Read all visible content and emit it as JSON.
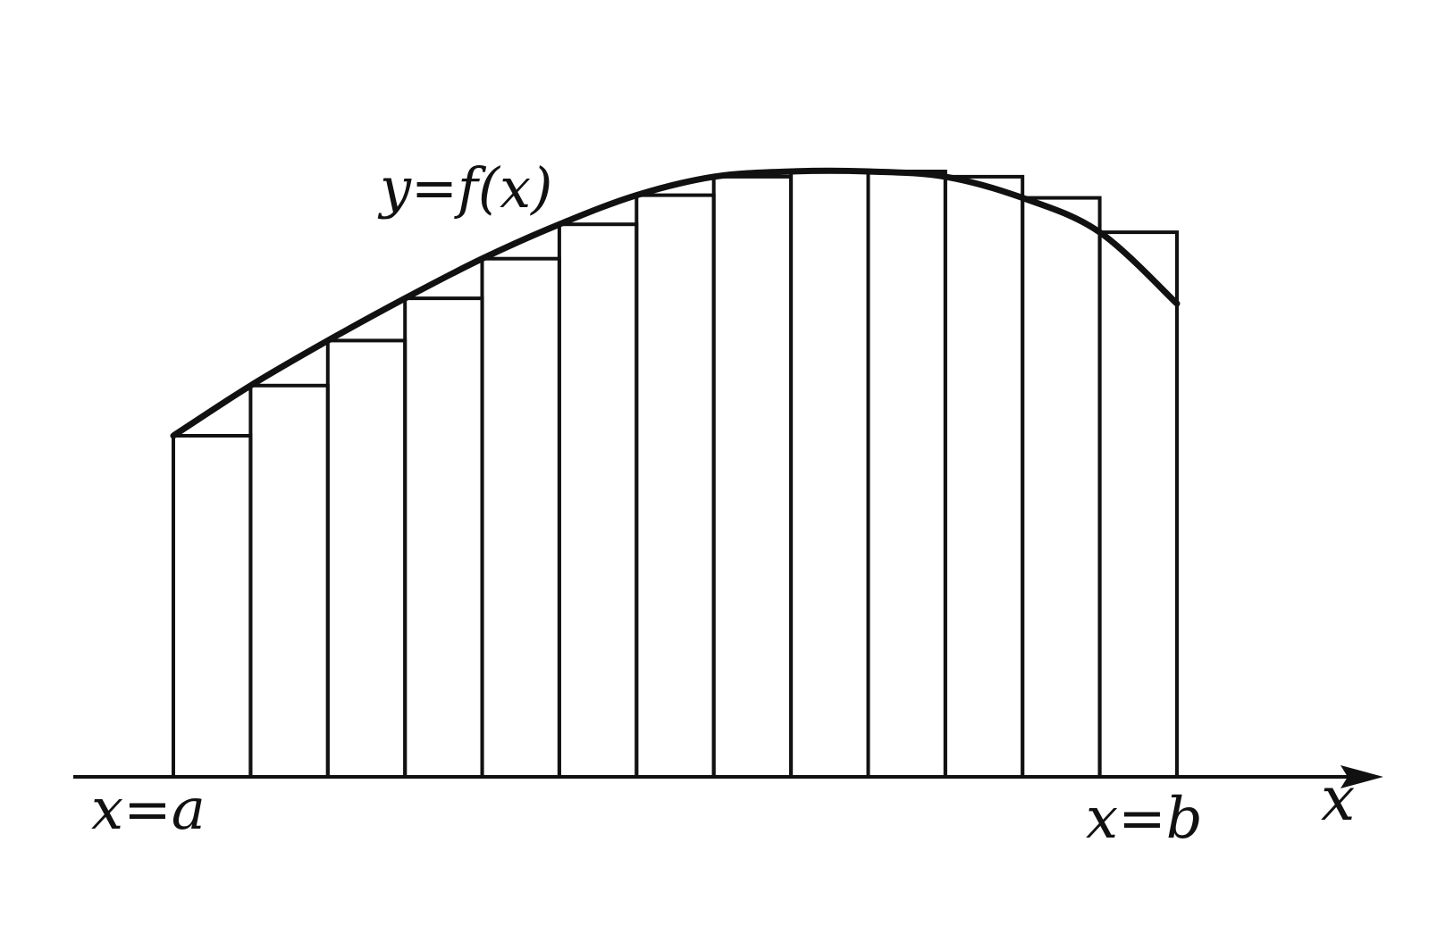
{
  "labels": {
    "curve": "y=f(x)",
    "lower_bound": "x=a",
    "upper_bound": "x=b",
    "axis": "x"
  },
  "function_samples": [
    0.0,
    0.19,
    0.36,
    0.52,
    0.67,
    0.8,
    0.91,
    0.98,
    1.0,
    1.0,
    0.98,
    0.9,
    0.77,
    0.5
  ],
  "rectangle_heights": [
    0.0,
    0.19,
    0.36,
    0.52,
    0.67,
    0.8,
    0.91,
    0.98,
    1.0,
    1.0,
    0.98,
    0.9,
    0.77
  ],
  "colors": {
    "stroke": "#111111",
    "background": "#ffffff"
  }
}
